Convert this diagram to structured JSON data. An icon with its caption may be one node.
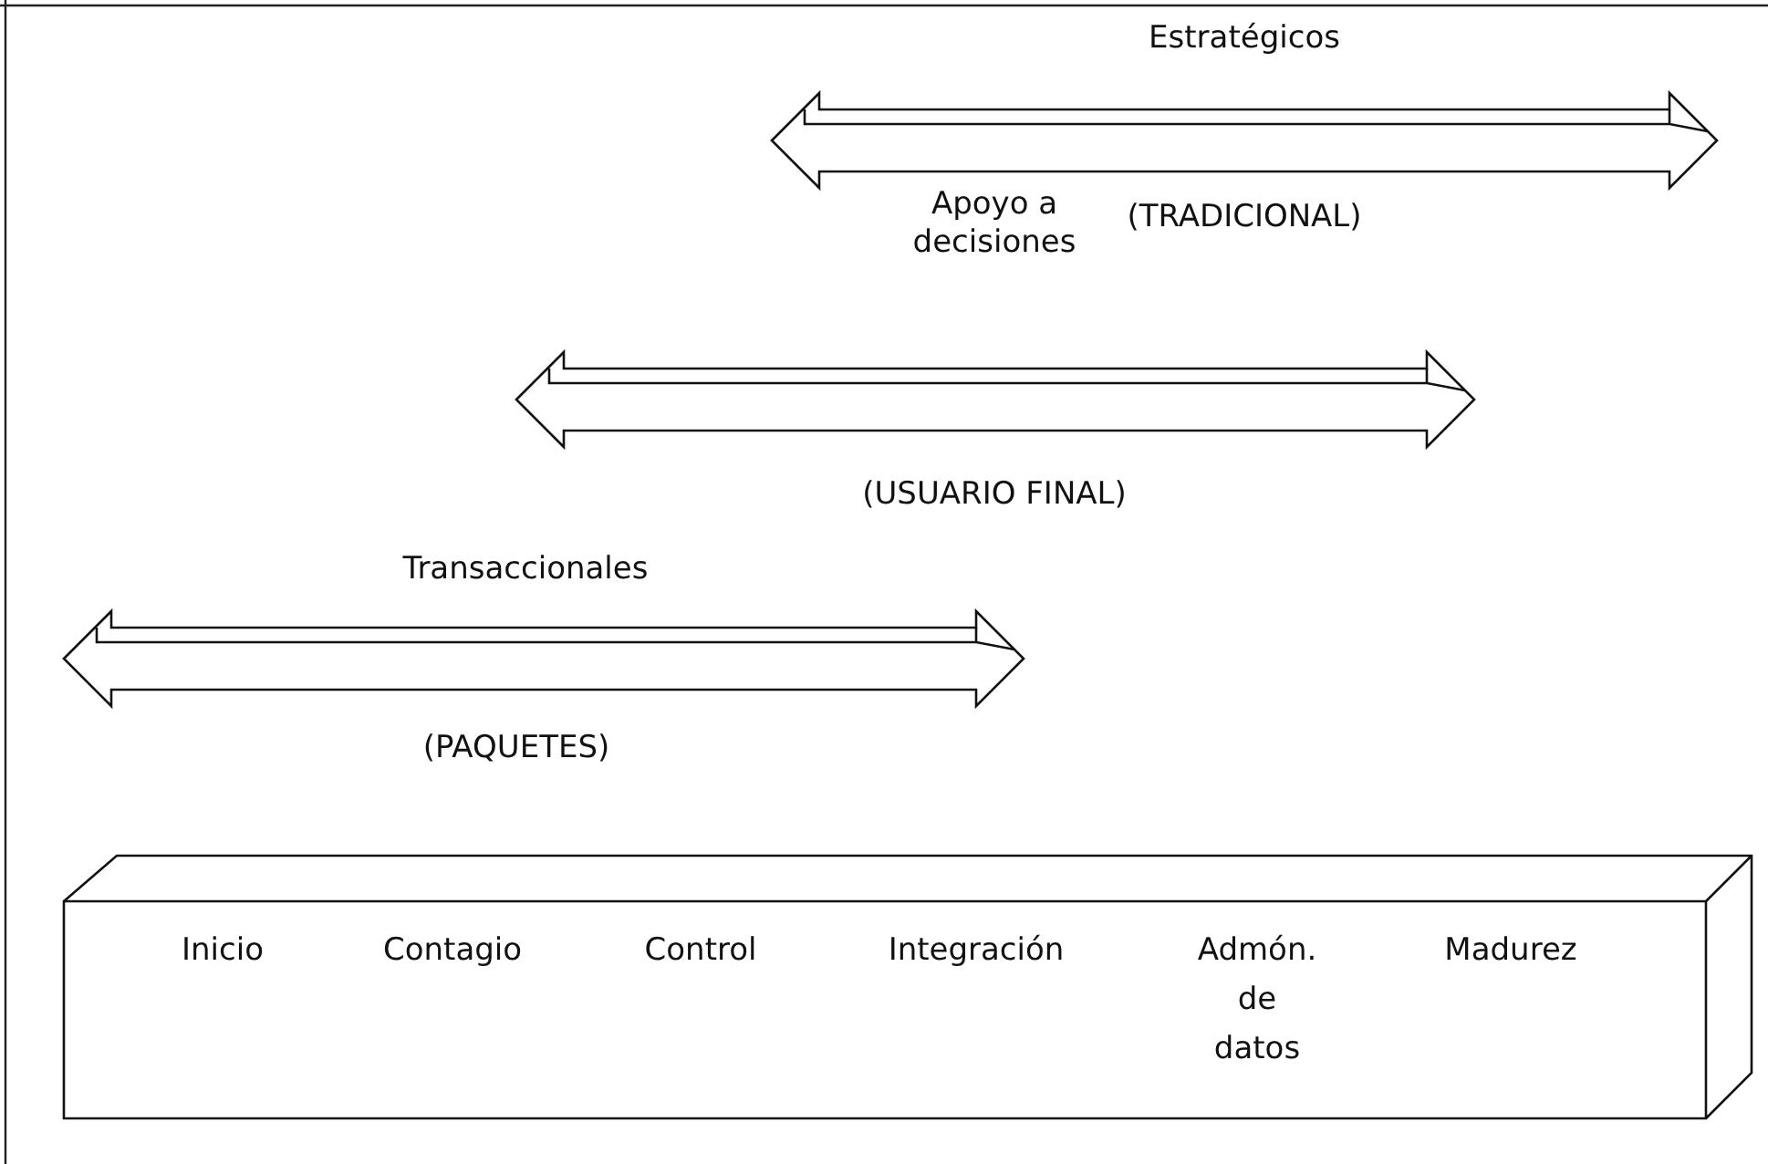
{
  "diagram": {
    "nodes": [
      {
        "text": [
          "Inicio",
          "Contagio",
          "Control",
          "Integración",
          "Admón. de datos",
          "Madurez"
        ]
      }
    ],
    "labels": [
      "Estratégicos",
      "(TRADICIONAL)",
      "Apoyo a decisiones",
      "(USUARIO FINAL)",
      "Transaccionales",
      "(PAQUETES)"
    ]
  }
}
